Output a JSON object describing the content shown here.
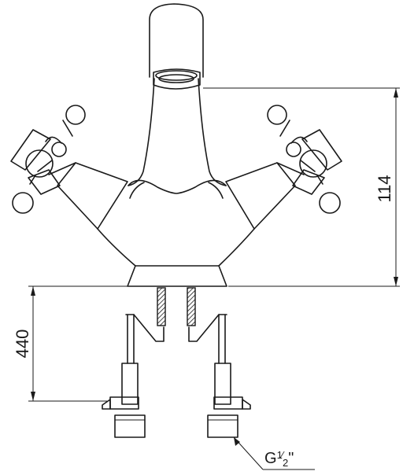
{
  "dimensions": {
    "spout_height": "114",
    "hose_length": "440"
  },
  "thread": {
    "prefix": "G",
    "numerator": "1",
    "denominator": "2",
    "suffix": "\""
  }
}
